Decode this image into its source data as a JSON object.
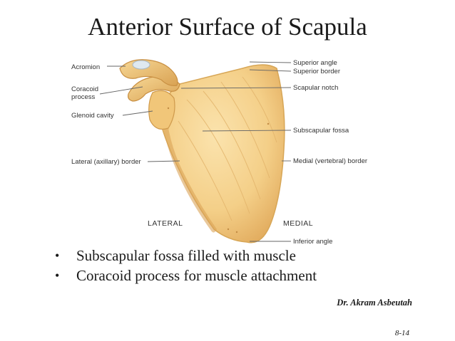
{
  "slide": {
    "title": "Anterior Surface of Scapula",
    "bullets": [
      "Subscapular fossa filled with muscle",
      "Coracoid process for muscle attachment"
    ],
    "author": "Dr. Akram Asbeutah",
    "page_number": "8-14"
  },
  "diagram": {
    "labels": {
      "acromion": "Acromion",
      "coracoid_1": "Coracoid",
      "coracoid_2": "process",
      "glenoid": "Glenoid cavity",
      "lateral_border": "Lateral (axillary) border",
      "superior_angle": "Superior angle",
      "superior_border": "Superior border",
      "scapular_notch": "Scapular notch",
      "subscapular_fossa": "Subscapular fossa",
      "medial_border": "Medial (vertebral) border",
      "inferior_angle": "Inferior angle",
      "lateral": "LATERAL",
      "medial": "MEDIAL"
    },
    "colors": {
      "bone_fill": "#f4d08c",
      "bone_edge": "#d7a656",
      "bone_shadow": "#e6b86a",
      "leader_line": "#666666"
    }
  }
}
